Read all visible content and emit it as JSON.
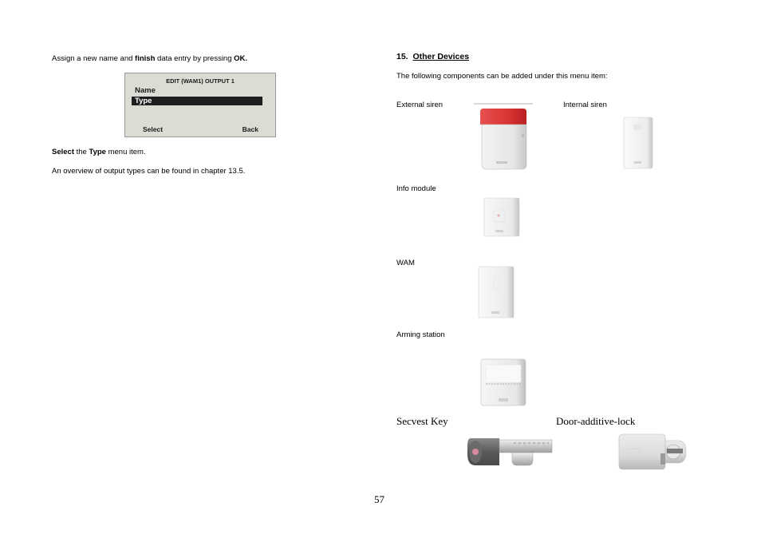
{
  "left": {
    "intro": {
      "t1": "Assign a new name and ",
      "t2": "finish",
      "t3": " data entry by pressing ",
      "t4": "OK."
    },
    "lcd": {
      "title": "EDIT (WAM1) OUTPUT 1",
      "row1": "Name",
      "row2": "Type",
      "softkey_left": "Select",
      "softkey_right": "Back"
    },
    "select_line": {
      "t1": "Select",
      "t2": " the ",
      "t3": "Type",
      "t4": " menu item."
    },
    "overview": "An overview of output types can be found in chapter 13.5."
  },
  "right": {
    "heading": {
      "number": "15.",
      "title": "Other Devices"
    },
    "intro": "The following components can be added under this menu item:",
    "labels": {
      "external_siren": "External siren",
      "internal_siren": "Internal siren",
      "info_module": "Info module",
      "wam": "WAM",
      "arming_station": "Arming station",
      "secvest_key": "Secvest Key",
      "door_lock": "Door-additive-lock"
    },
    "icons": [
      "external-siren-image",
      "internal-siren-image",
      "info-module-image",
      "wam-image",
      "arming-station-image",
      "secvest-key-image",
      "door-lock-image"
    ]
  },
  "page_number": "57"
}
